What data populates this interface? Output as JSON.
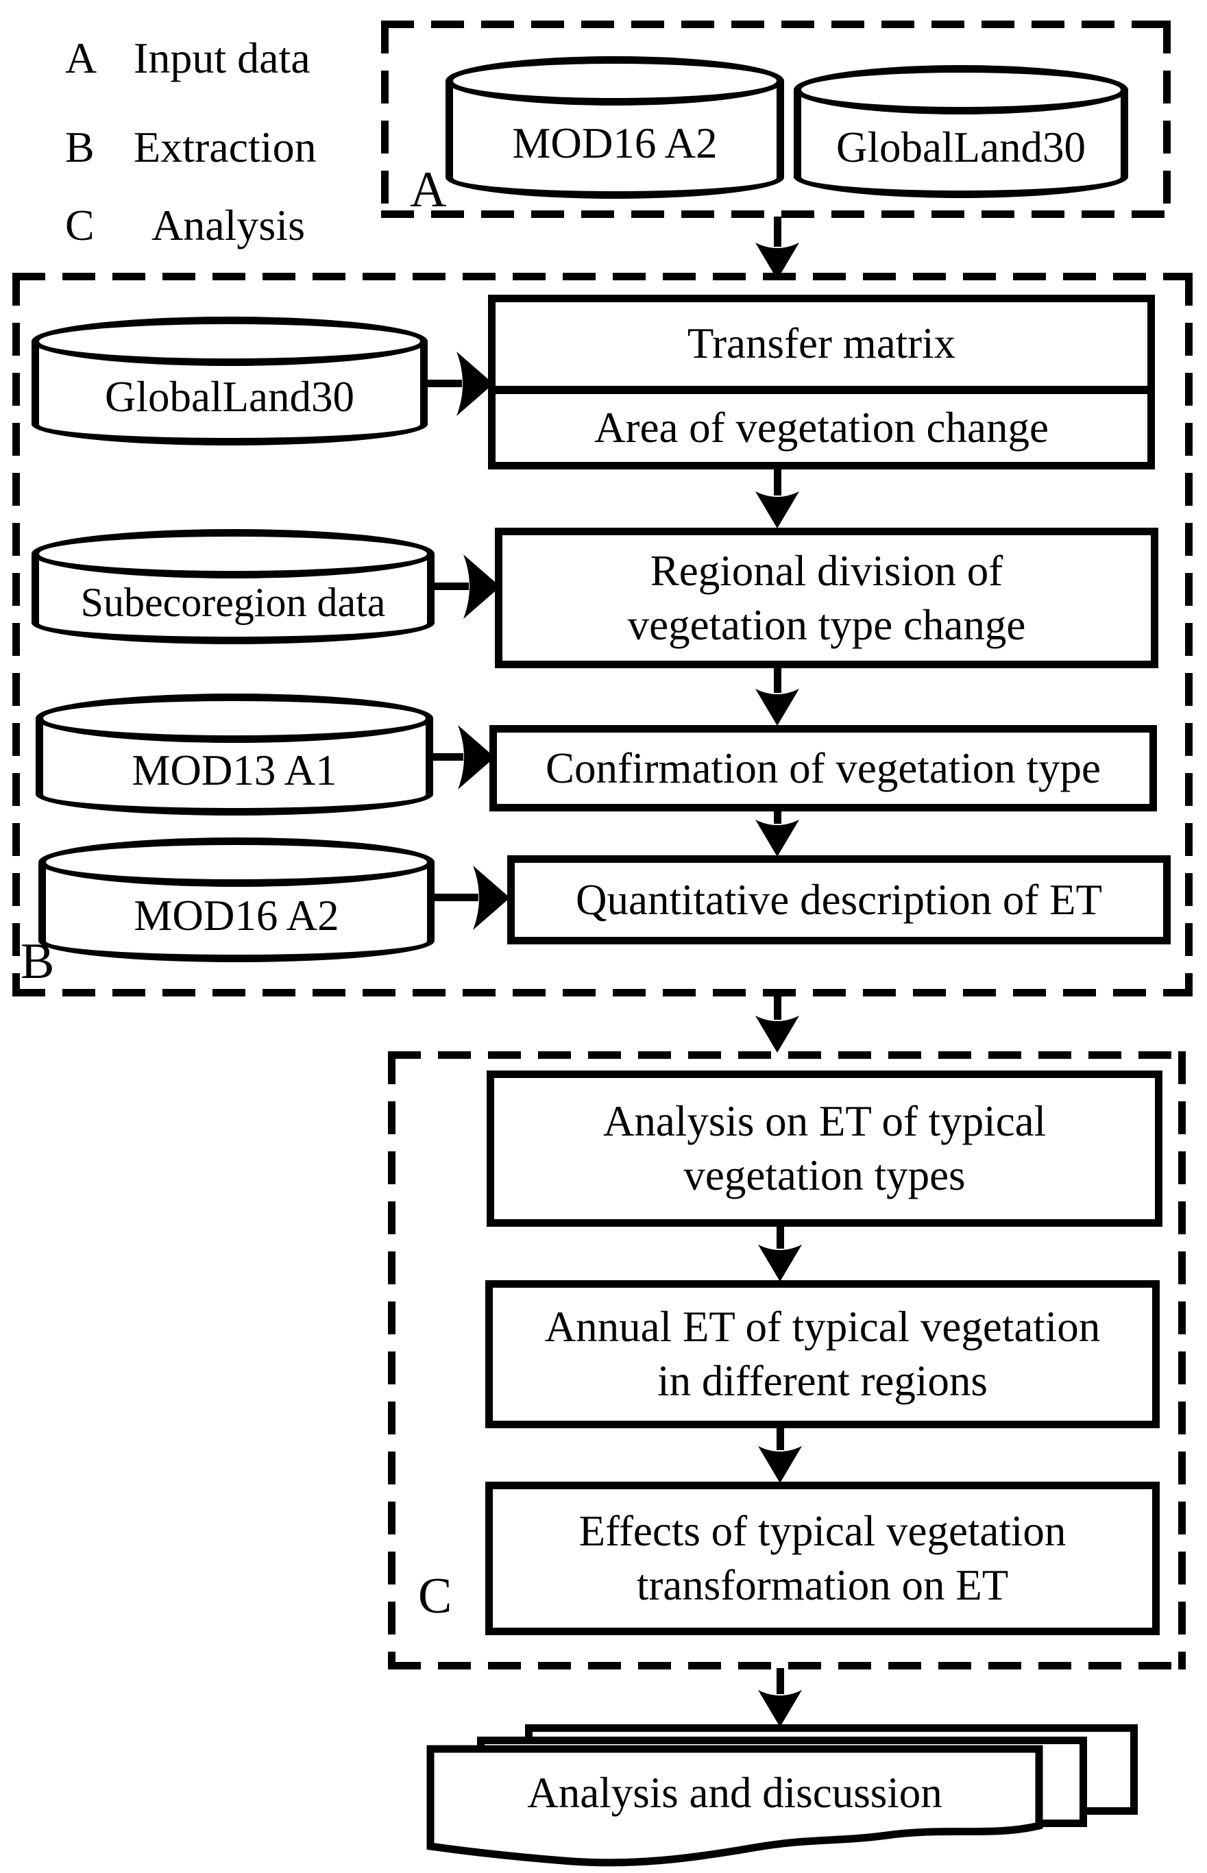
{
  "figure": {
    "legend": {
      "items": [
        {
          "key": "A",
          "label": "Input data"
        },
        {
          "key": "B",
          "label": "Extraction"
        },
        {
          "key": "C",
          "label": "Analysis"
        }
      ]
    },
    "sections": {
      "a": {
        "marker": "A",
        "cylinders": [
          {
            "label": "MOD16 A2"
          },
          {
            "label": "GlobalLand30"
          }
        ]
      },
      "b": {
        "marker": "B",
        "rows": [
          {
            "source": "GlobalLand30",
            "targets": [
              "Transfer matrix",
              "Area of vegetation change"
            ]
          },
          {
            "source": "Subecoregion data",
            "targets": [
              "Regional division of\nvegetation type change"
            ]
          },
          {
            "source": "MOD13 A1",
            "targets": [
              "Confirmation of vegetation type"
            ]
          },
          {
            "source": "MOD16 A2",
            "targets": [
              "Quantitative description of ET"
            ]
          }
        ]
      },
      "c": {
        "marker": "C",
        "steps": [
          "Analysis on ET of typical\nvegetation types",
          "Annual ET of typical vegetation\nin different regions",
          "Effects of typical vegetation\ntransformation on ET"
        ]
      }
    },
    "output": {
      "label": "Analysis and discussion"
    },
    "colors": {
      "ink": "#000000",
      "paper": "#ffffff"
    }
  }
}
